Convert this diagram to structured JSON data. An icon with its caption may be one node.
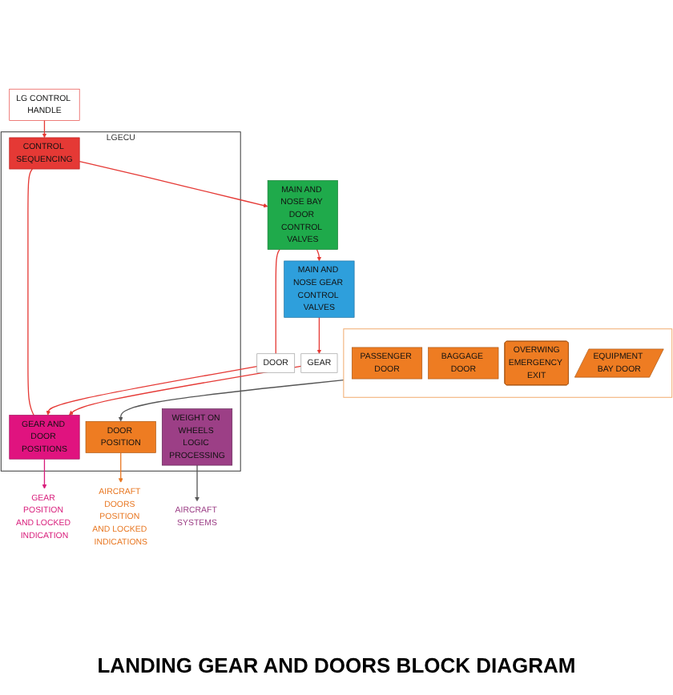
{
  "diagram": {
    "caption": "LANDING GEAR AND DOORS BLOCK DIAGRAM",
    "nodes": [
      {
        "text": [
          "LGECU"
        ]
      },
      {
        "text": [
          "CONTROL SEQUENCING"
        ],
        "in": 0
      },
      {
        "text": [
          "GEAR AND DOOR POSITIONS"
        ],
        "in": 0
      },
      {
        "text": [
          "DOOR POSITION"
        ],
        "in": 0
      },
      {
        "text": [
          "WEIGHT ON WHEELS LOGIC PROCESSING"
        ],
        "in": 0
      },
      {
        "text": [
          "LG CONTROL HANDLE"
        ]
      },
      {
        "text": [
          "MAIN AND NOSE BAY DOOR CONTROL VALVES"
        ]
      },
      {
        "text": [
          "MAIN AND NOSE GEAR CONTROL VALVES"
        ]
      },
      {
        "text": [
          "DOOR"
        ]
      },
      {
        "text": [
          "GEAR"
        ]
      },
      {
        "text": [
          "GEAR POSITION AND LOCKED INDICATION"
        ]
      },
      {
        "text": [
          "AIRCRAFT DOORS POSITION AND LOCKED INDICATIONS"
        ]
      },
      {
        "text": [],
        "shape": "box"
      },
      {
        "text": [
          "PASSENGER DOOR"
        ],
        "in": 12
      },
      {
        "text": [
          "BAGGAGE DOOR"
        ],
        "in": 12
      },
      {
        "text": [
          "OVERWING",
          "EMERGENCY EXIT"
        ],
        "in": 12
      },
      {
        "text": [
          "EQUIPMENT BAY DOOR"
        ],
        "in": 12
      },
      {
        "text": [
          "AIRCRAFT SYSTEMS"
        ]
      }
    ],
    "edges": [
      {
        "from": 5,
        "to": 1,
        "arrow": "to"
      },
      {
        "from": 1,
        "to": 6,
        "arrow": "to"
      },
      {
        "from": 6,
        "to": 7,
        "arrow": "to"
      },
      {
        "from": 6,
        "to": 8,
        "arrow": "none"
      },
      {
        "from": 7,
        "to": 9,
        "arrow": "to"
      },
      {
        "from": 1,
        "to": 2,
        "arrow": "none"
      },
      {
        "from": 8,
        "to": 2,
        "arrow": "to"
      },
      {
        "from": 9,
        "to": 2,
        "arrow": "to"
      },
      {
        "from": 2,
        "to": 10,
        "arrow": "to",
        "color": "#d81b7a"
      },
      {
        "from": 12,
        "to": 3,
        "arrow": "to",
        "color": "#555555"
      },
      {
        "from": 3,
        "to": 11,
        "arrow": "to",
        "color": "#e87722"
      },
      {
        "from": 4,
        "to": 17,
        "arrow": "to",
        "color": "#555555"
      }
    ]
  }
}
